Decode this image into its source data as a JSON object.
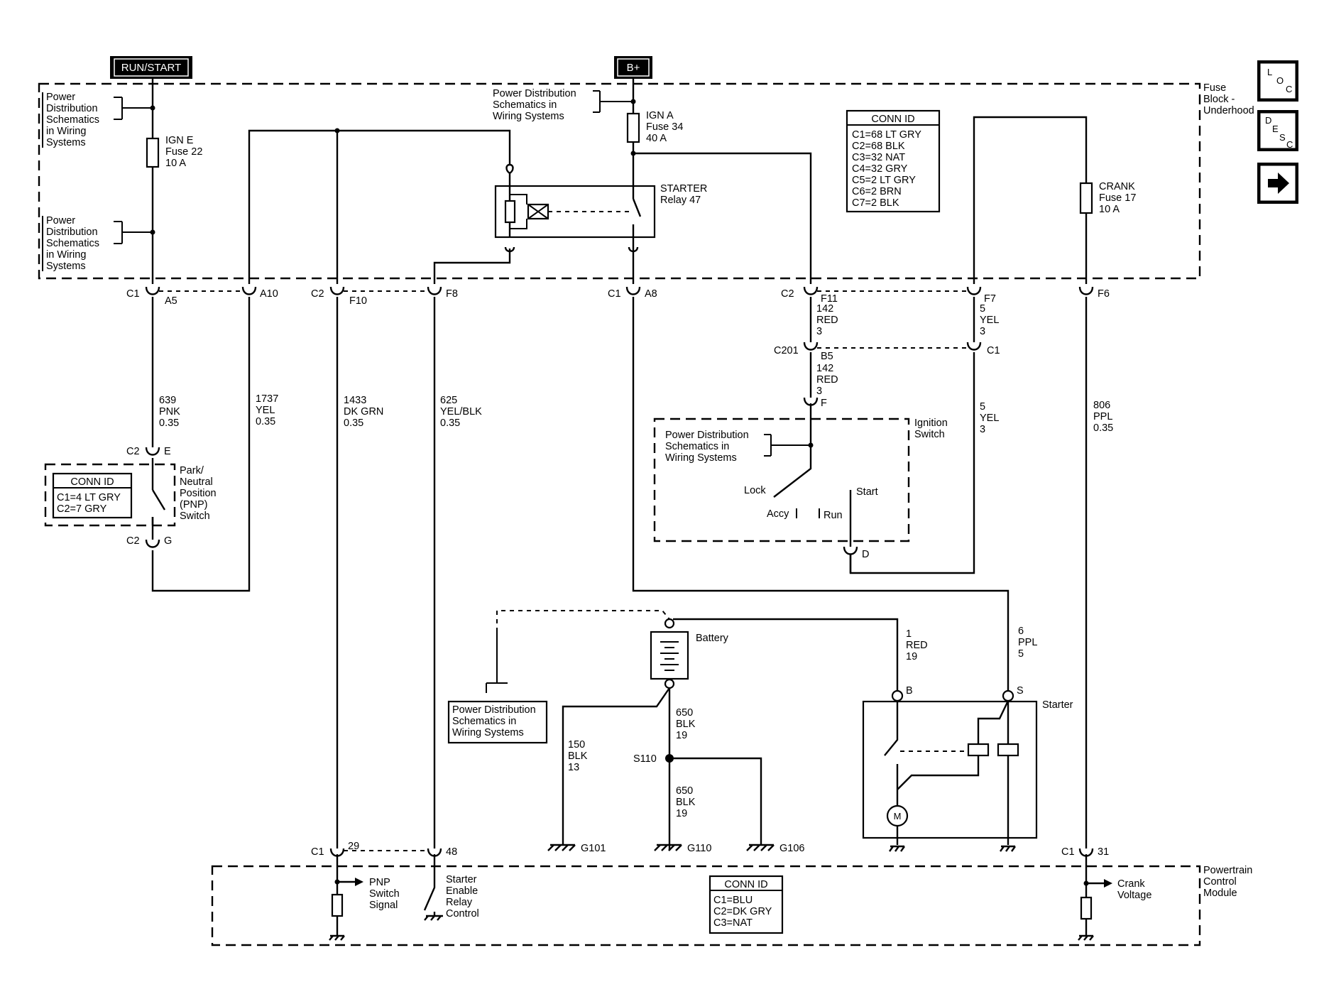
{
  "labels": {
    "run_start": "RUN/START",
    "b_plus": "B+",
    "fuse_block": [
      "Fuse",
      "Block -",
      "Underhood"
    ],
    "pcm": [
      "Powertrain",
      "Control",
      "Module"
    ],
    "pds_1": [
      "Power",
      "Distribution",
      "Schematics",
      "in Wiring",
      "Systems"
    ],
    "pds_2": [
      "Power",
      "Distribution",
      "Schematics",
      "in Wiring",
      "Systems"
    ],
    "pds_3": [
      "Power Distribution",
      "Schematics in",
      "Wiring Systems"
    ],
    "pds_4": [
      "Power Distribution",
      "Schematics in",
      "Wiring Systems"
    ],
    "pds_5": [
      "Power Distribution",
      "Schematics in",
      "Wiring Systems"
    ],
    "ign_e": [
      "IGN E",
      "Fuse 22",
      "10 A"
    ],
    "ign_a": [
      "IGN A",
      "Fuse 34",
      "40 A"
    ],
    "crank_fuse": [
      "CRANK",
      "Fuse 17",
      "10 A"
    ],
    "starter_relay": [
      "STARTER",
      "Relay 47"
    ],
    "pnp_switch": [
      "Park/",
      "Neutral",
      "Position",
      "(PNP)",
      "Switch"
    ],
    "ignition_switch": [
      "Ignition",
      "Switch"
    ],
    "switch_positions": {
      "lock": "Lock",
      "accy": "Accy",
      "run": "Run",
      "start": "Start"
    },
    "battery": "Battery",
    "starter": "Starter",
    "motor": "M",
    "pnp_signal": [
      "PNP",
      "Switch",
      "Signal"
    ],
    "starter_enable": [
      "Starter",
      "Enable",
      "Relay",
      "Control"
    ],
    "crank_voltage": [
      "Crank",
      "Voltage"
    ]
  },
  "conn_tables": {
    "fuse_block": {
      "title": "CONN ID",
      "rows": [
        "C1=68 LT GRY",
        "C2=68 BLK",
        "C3=32 NAT",
        "C4=32 GRY",
        "C5=2 LT GRY",
        "C6=2 BRN",
        "C7=2 BLK"
      ]
    },
    "pnp": {
      "title": "CONN ID",
      "rows": [
        "C1=4 LT GRY",
        "C2=7 GRY"
      ]
    },
    "pcm": {
      "title": "CONN ID",
      "rows": [
        "C1=BLU",
        "C2=DK GRY",
        "C3=NAT"
      ]
    }
  },
  "connectors": {
    "c1_a5": [
      "C1",
      "A5"
    ],
    "a10": "A10",
    "c2_f10": [
      "C2",
      "F10"
    ],
    "f8": "F8",
    "c1_a8": [
      "C1",
      "A8"
    ],
    "c2_f11": [
      "C2",
      "F11"
    ],
    "f7": "F7",
    "f6": "F6",
    "c201": "C201",
    "b5": "B5",
    "c1_right": "C1",
    "f_ign": "F",
    "d_ign": "D",
    "c2_e": [
      "C2",
      "E"
    ],
    "c2_g": [
      "C2",
      "G"
    ],
    "c1_29": [
      "C1",
      "29"
    ],
    "p48": "48",
    "c1_31": [
      "C1",
      "31"
    ],
    "batt_b": "B",
    "batt_s": "S"
  },
  "wires": {
    "w639": [
      "639",
      "PNK",
      "0.35"
    ],
    "w1737": [
      "1737",
      "YEL",
      "0.35"
    ],
    "w1433": [
      "1433",
      "DK GRN",
      "0.35"
    ],
    "w625": [
      "625",
      "YEL/BLK",
      "0.35"
    ],
    "w142a": [
      "142",
      "RED",
      "3"
    ],
    "w142b": [
      "142",
      "RED",
      "3"
    ],
    "w5a": [
      "5",
      "YEL",
      "3"
    ],
    "w5b": [
      "5",
      "YEL",
      "3"
    ],
    "w806": [
      "806",
      "PPL",
      "0.35"
    ],
    "w1": [
      "1",
      "RED",
      "19"
    ],
    "w6": [
      "6",
      "PPL",
      "5"
    ],
    "w650a": [
      "650",
      "BLK",
      "19"
    ],
    "w650b": [
      "650",
      "BLK",
      "19"
    ],
    "w150": [
      "150",
      "BLK",
      "13"
    ]
  },
  "splice": "S110",
  "grounds": {
    "g101": "G101",
    "g110": "G110",
    "g106": "G106"
  },
  "nav": {
    "loc": [
      "L",
      "O",
      "C"
    ],
    "desc": [
      "D",
      "E",
      "S",
      "C"
    ]
  }
}
